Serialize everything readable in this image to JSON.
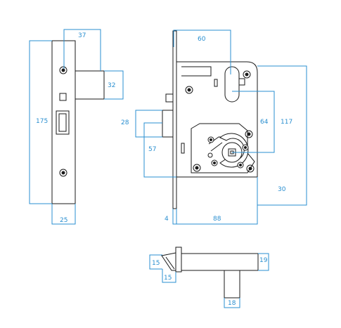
{
  "colors": {
    "dimension": "#2a8fd0",
    "outline": "#1a1a1a"
  },
  "side_view": {
    "width": "37",
    "latch_height": "32",
    "height": "175",
    "faceplate_width": "25"
  },
  "front_view": {
    "case_depth": "60",
    "latch_offset": "28",
    "latch_to_center": "57",
    "cylinder_to_handle": "64",
    "case_height": "117",
    "bottom_offset": "30",
    "faceplate_thickness": "4",
    "backset": "88"
  },
  "latch_view": {
    "left_height": "15",
    "left_width": "15",
    "right_height": "19",
    "spindle_width": "18"
  }
}
